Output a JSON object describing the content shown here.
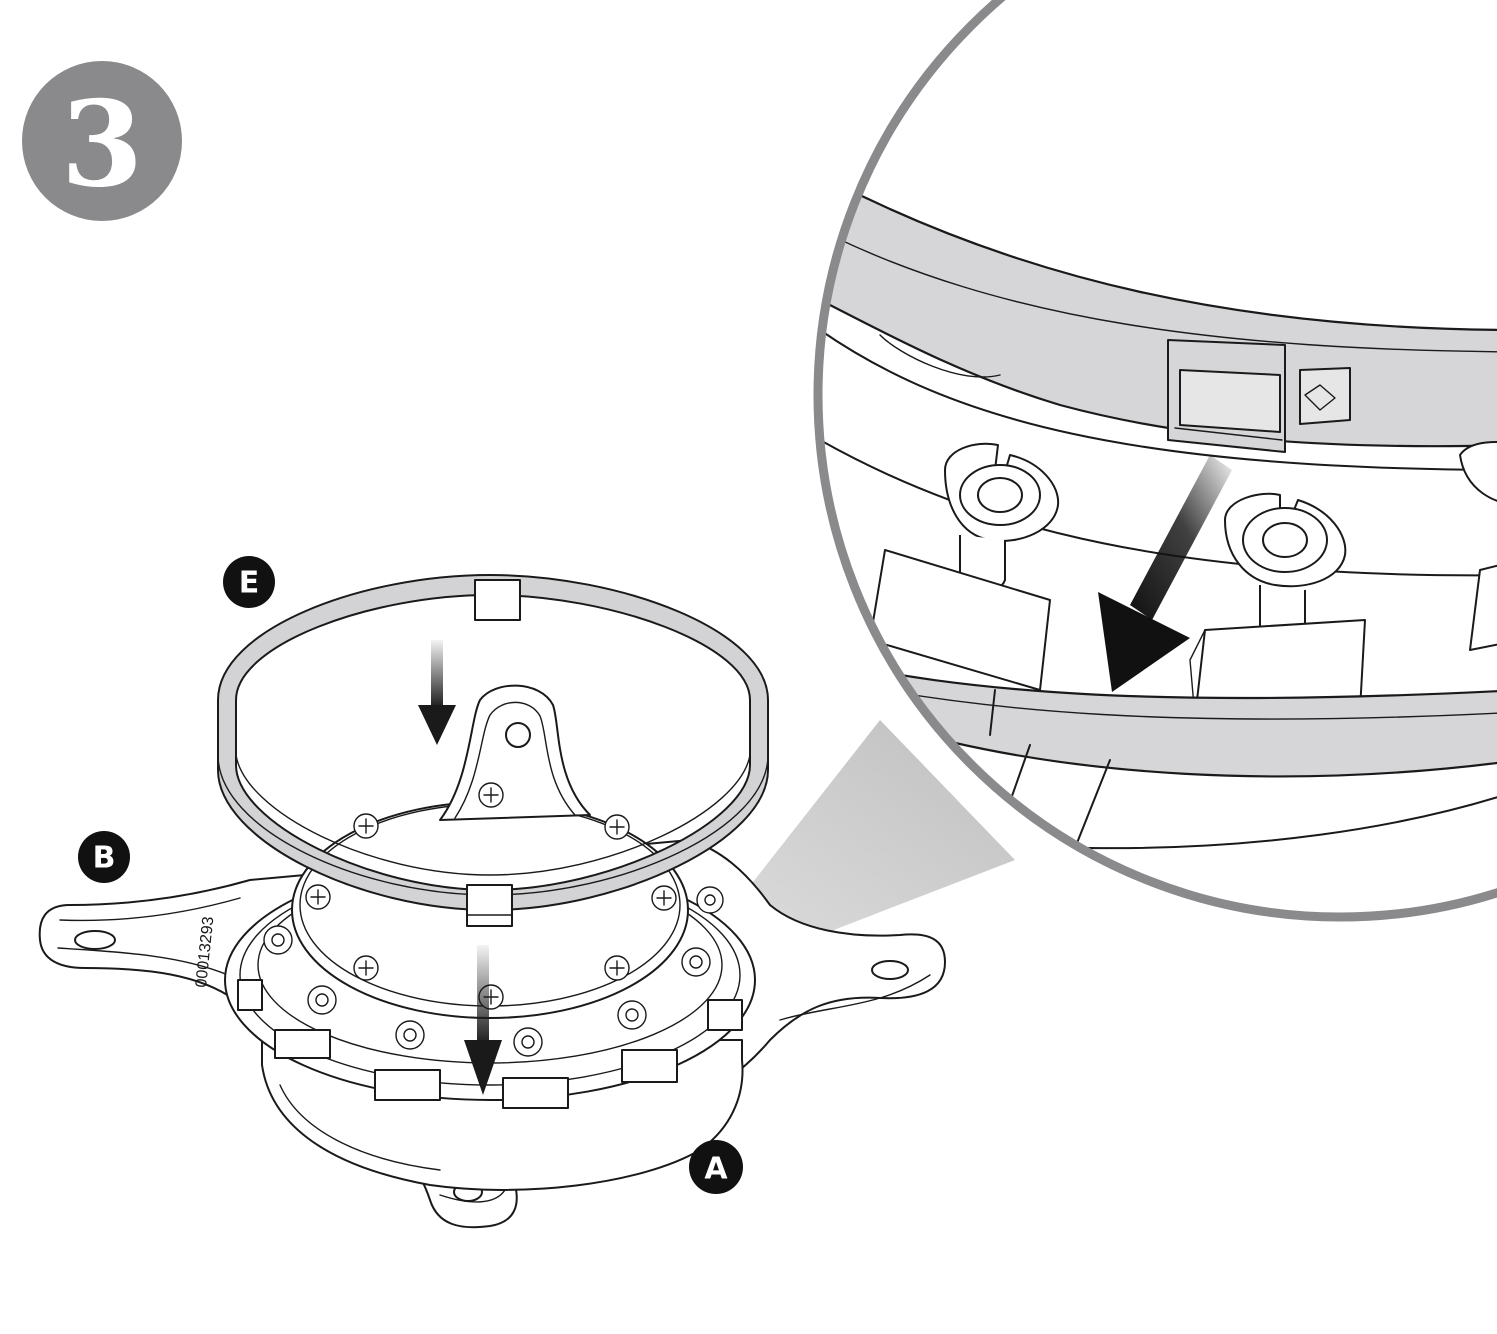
{
  "step": {
    "number": "3",
    "badge_color": "#8a898b"
  },
  "labels": {
    "ring": "E",
    "bracket": "B",
    "pump": "A"
  },
  "part_serial": "00013293",
  "colors": {
    "line": "#1a1a1a",
    "ring_gray": "#d3d3d5",
    "magnifier_border": "#8a898b",
    "label_badge": "#111111"
  }
}
